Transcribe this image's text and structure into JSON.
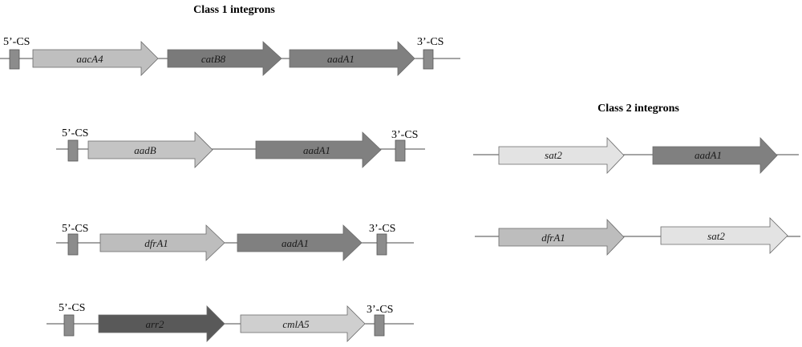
{
  "titles": {
    "class1": "Class 1 integrons",
    "class2": "Class 2 integrons"
  },
  "cs_labels": {
    "five": "5’-CS",
    "three": "3’-CS"
  },
  "colors": {
    "cs_box": "#8c8c8c",
    "aacA4": "#bfbfbf",
    "catB8": "#7a7a7a",
    "aadA1": "#808080",
    "aadB": "#c4c4c4",
    "dfrA1": "#bdbdbd",
    "arr2": "#595959",
    "cmlA5": "#cfcfcf",
    "sat2": "#e3e3e3"
  },
  "class1": [
    {
      "genes": [
        "aacA4",
        "catB8",
        "aadA1"
      ],
      "has_cs": true
    },
    {
      "genes": [
        "aadB",
        "aadA1"
      ],
      "has_cs": true
    },
    {
      "genes": [
        "dfrA1",
        "aadA1"
      ],
      "has_cs": true
    },
    {
      "genes": [
        "arr2",
        "cmlA5"
      ],
      "has_cs": true
    }
  ],
  "class2": [
    {
      "genes": [
        "sat2",
        "aadA1"
      ],
      "has_cs": false
    },
    {
      "genes": [
        "dfrA1",
        "sat2"
      ],
      "has_cs": false
    }
  ]
}
